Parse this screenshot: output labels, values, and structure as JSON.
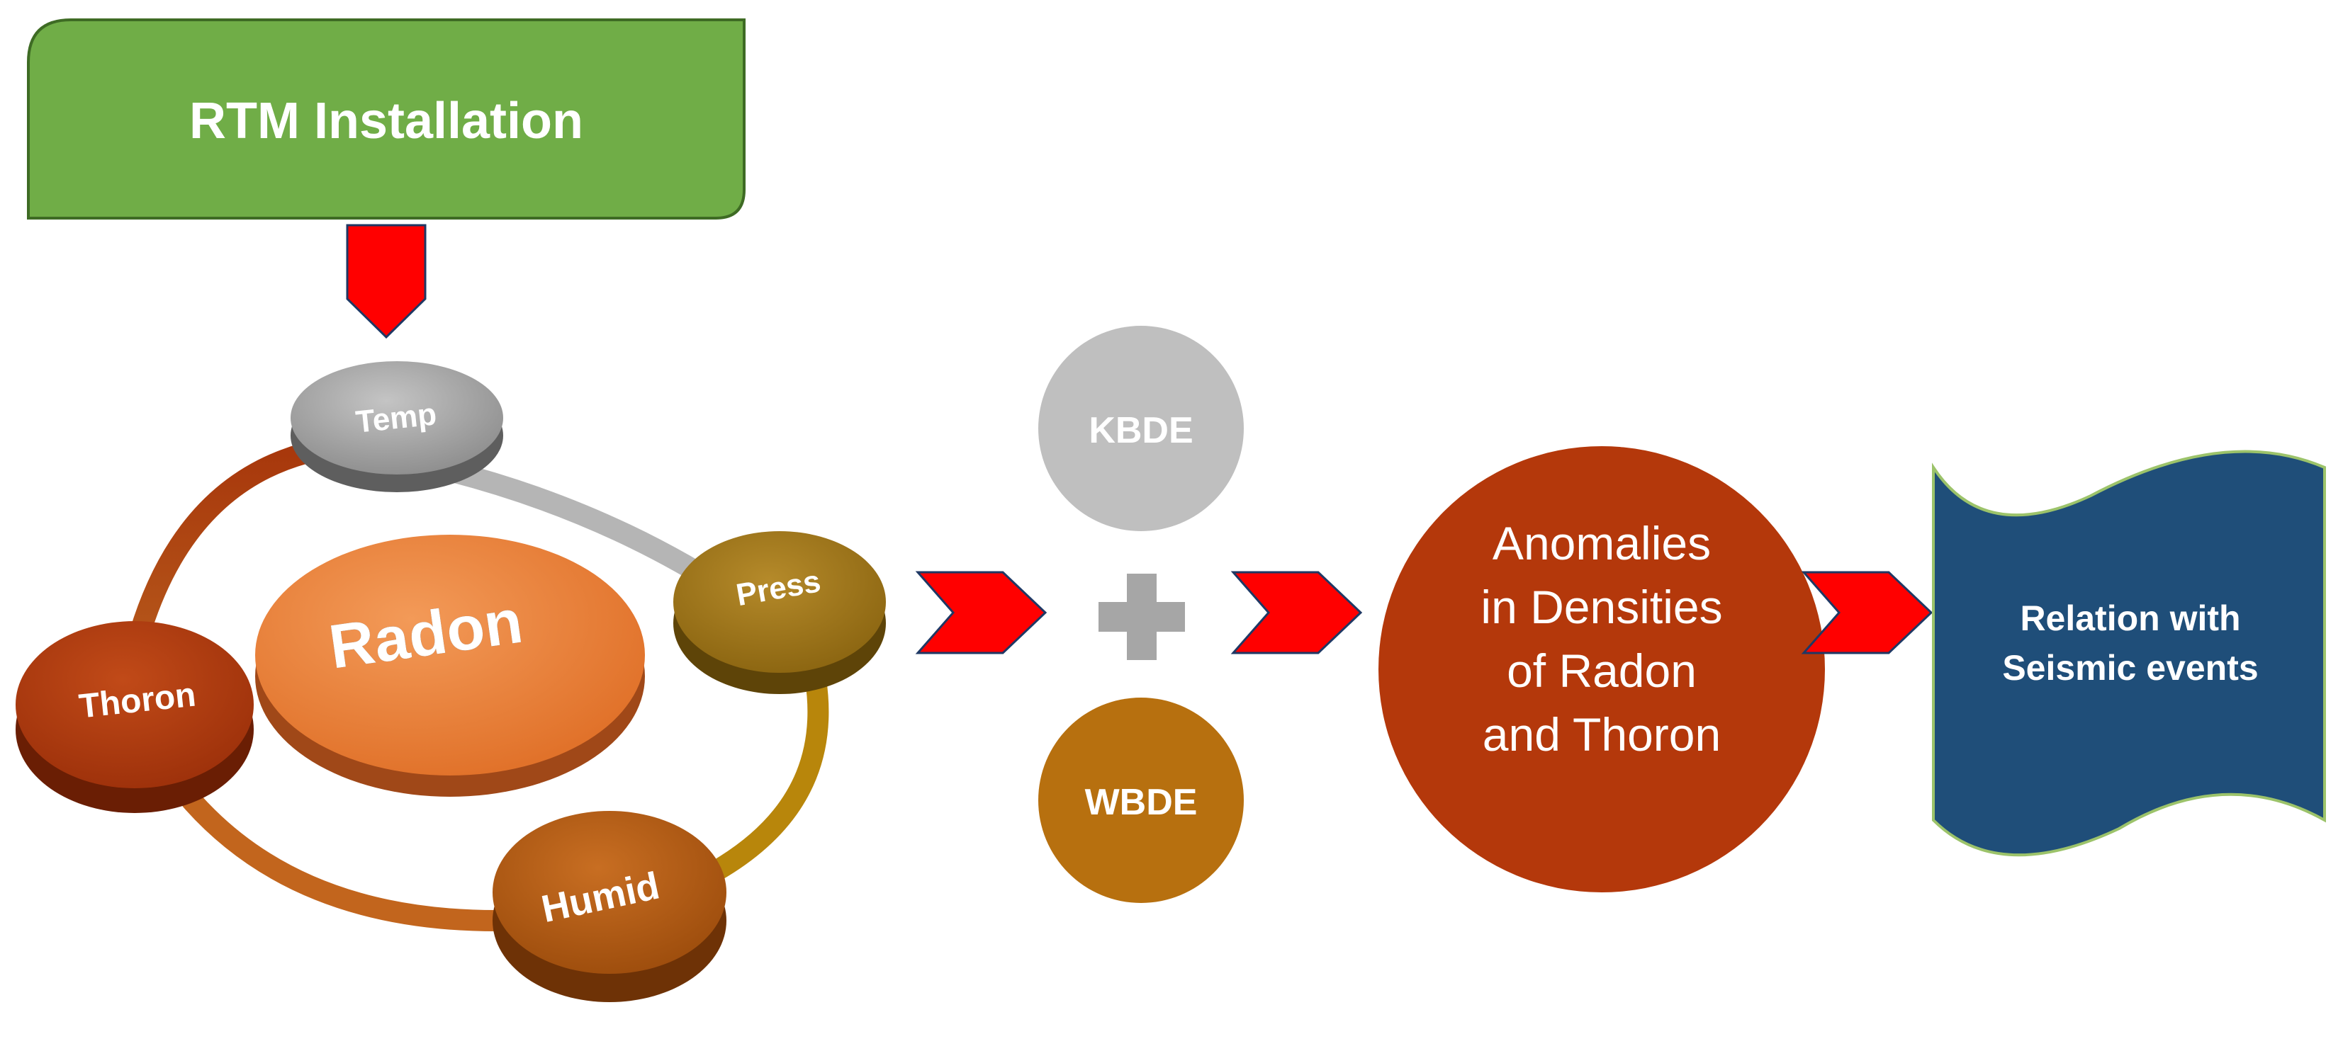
{
  "diagram": {
    "install_box": {
      "label": "RTM Installation"
    },
    "center_node": {
      "label": "Radon"
    },
    "ring_nodes": {
      "temp": "Temp",
      "press": "Press",
      "humid": "Humid",
      "thoron": "Thoron"
    },
    "method_a": {
      "label": "KBDE"
    },
    "method_b": {
      "label": "WBDE"
    },
    "anomaly_node": {
      "lines": [
        "Anomalies",
        "in Densities",
        "of Radon",
        "and Thoron"
      ]
    },
    "result_node": {
      "lines": [
        "Relation with",
        "Seismic events"
      ]
    },
    "colors": {
      "install_fill": "#70ad47",
      "arrow_red": "#ff0000",
      "radon_orange": "#ed7d31",
      "thoron_red": "#b03a0e",
      "temp_gray": "#9b9b9b",
      "press_olive": "#9c7414",
      "humid_brown": "#b05a12",
      "kbde_gray": "#bfbfbf",
      "wbde_brown": "#b7700f",
      "anomaly_red": "#b4380b",
      "result_navy": "#1f4e79"
    }
  }
}
